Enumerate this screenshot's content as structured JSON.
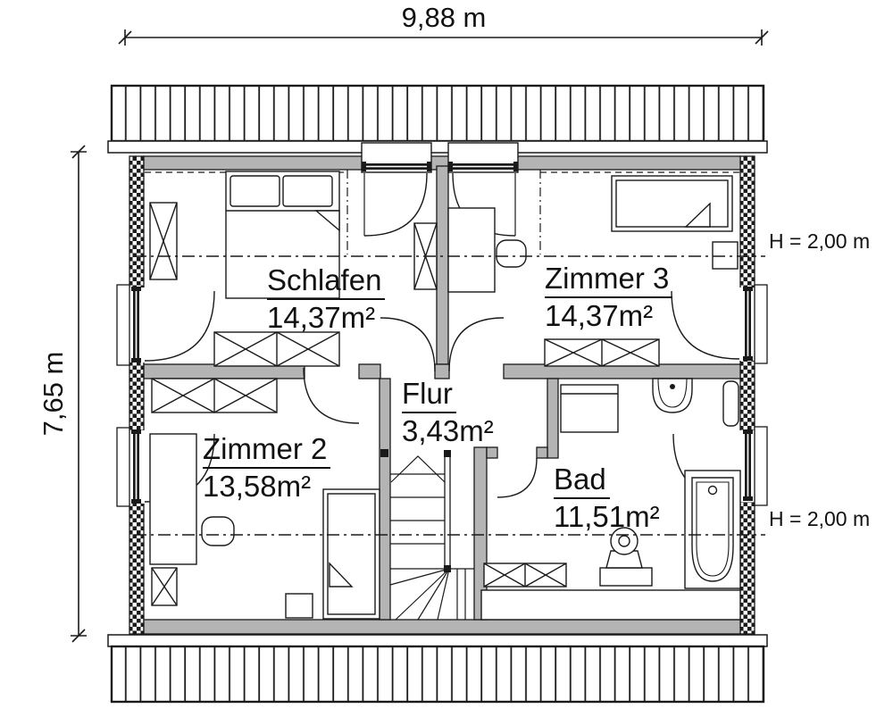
{
  "drawing": {
    "type": "floor-plan-attic-storey",
    "width_dimension": "9,88 m",
    "height_dimension": "7,65 m",
    "height_markers": {
      "upper": "H = 2,00 m",
      "lower": "H = 2,00 m"
    },
    "rooms": [
      {
        "name": "Schlafen",
        "area": "14,37m²"
      },
      {
        "name": "Zimmer 3",
        "area": "14,37m²"
      },
      {
        "name": "Zimmer 2",
        "area": "13,58m²"
      },
      {
        "name": "Flur",
        "area": "3,43m²"
      },
      {
        "name": "Bad",
        "area": "11,51m²"
      }
    ],
    "colors": {
      "wall": "#b4b4b4",
      "line": "#1a1a1a",
      "background": "#ffffff"
    }
  }
}
